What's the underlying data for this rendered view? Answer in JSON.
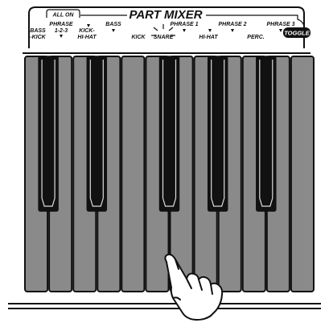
{
  "panel": {
    "title": "PART MIXER",
    "all_on_label": "ALL ON",
    "toggle_label": "TOGGLE",
    "labels": [
      {
        "line1": "BASS",
        "line2": "-KICK"
      },
      {
        "line1": "PHRASE",
        "line2": "1-2-3"
      },
      {
        "line1": "KICK-",
        "line2": "HI-HAT"
      },
      {
        "line1": "BASS",
        "line2": ""
      },
      {
        "line1": "KICK",
        "line2": ""
      },
      {
        "line1": "SNARE",
        "line2": ""
      },
      {
        "line1": "PHRASE 1",
        "line2": ""
      },
      {
        "line1": "HI-HAT",
        "line2": ""
      },
      {
        "line1": "PHRASE 2",
        "line2": ""
      },
      {
        "line1": "PERC.",
        "line2": ""
      },
      {
        "line1": "PHRASE 3",
        "line2": ""
      }
    ]
  },
  "keyboard": {
    "white_key_count": 12,
    "black_key_count": 5,
    "pressed_key_label": "SNARE"
  },
  "colors": {
    "key_gray": "#8a8a8a",
    "outline": "#111111",
    "background": "#ffffff"
  },
  "icons": {
    "pointer": "hand-pointer-icon",
    "press_indicator": "press-starburst-icon"
  }
}
